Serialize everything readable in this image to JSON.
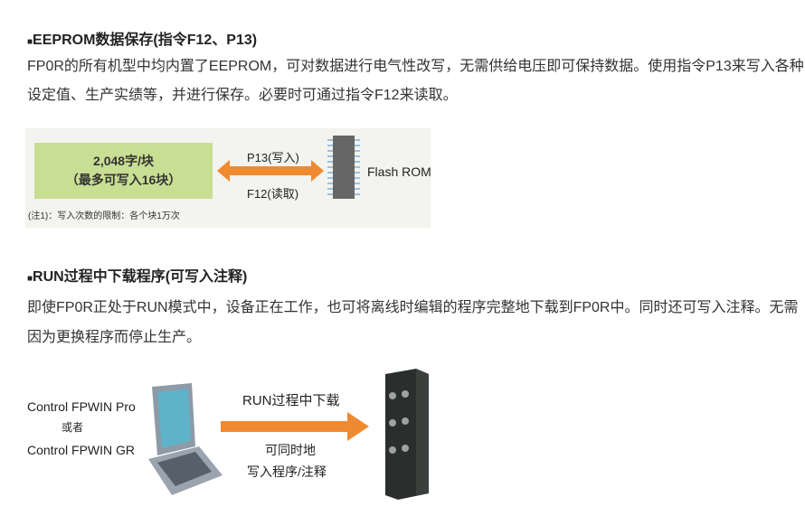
{
  "section1": {
    "bullet": "■",
    "title": "EEPROM数据保存(指令F12、P13)",
    "lines": [
      "FP0R的所有机型中均内置了EEPROM，可对数据进行电气性改写，无需供给电压即可保持数据。使用指令P13来写入各种",
      "设定值、生产实绩等，并进行保存。必要时可通过指令F12来读取。"
    ],
    "diagram": {
      "box_line1": "2,048字/块",
      "box_line2": "（最多可写入16块）",
      "write_label": "P13(写入)",
      "read_label": "F12(读取)",
      "device": "Flash ROM",
      "note": "(注1)：写入次数的限制：各个块1万次"
    }
  },
  "section2": {
    "bullet": "■",
    "title": "RUN过程中下载程序(可写入注释)",
    "lines": [
      "即使FP0R正处于RUN模式中，设备正在工作，也可将离线时编辑的程序完整地下载到FP0R中。同时还可写入注释。无需",
      "因为更换程序而停止生产。"
    ],
    "diagram": {
      "software1": "Control FPWIN Pro",
      "or": "或者",
      "software2": "Control FPWIN GR",
      "arrow_top": "RUN过程中下载",
      "arrow_bottom1": "可同时地",
      "arrow_bottom2": "写入程序/注释"
    }
  },
  "colors": {
    "green": "#c8de93",
    "orange": "#f08a30",
    "bg": "#f3f3ef"
  }
}
